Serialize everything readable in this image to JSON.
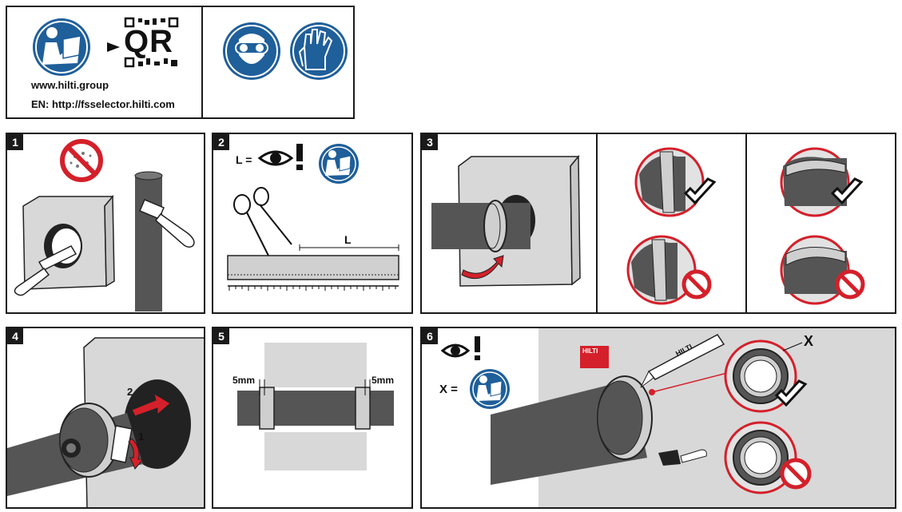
{
  "header": {
    "qr_label": "QR",
    "website": "www.hilti.group",
    "selector_url": "EN: http://fsselector.hilti.com"
  },
  "steps": [
    {
      "number": "1"
    },
    {
      "number": "2",
      "formula_prefix": "L =",
      "length_label": "L"
    },
    {
      "number": "3"
    },
    {
      "number": "4",
      "arrow_label_1": "1",
      "arrow_label_2": "2"
    },
    {
      "number": "5",
      "gap_left": "5mm",
      "gap_right": "5mm"
    },
    {
      "number": "6",
      "x_prefix": "X =",
      "x_marker": "X",
      "brand": "HILTI",
      "tube_brand": "HILTI"
    }
  ],
  "colors": {
    "mandatory_blue": "#1f5f9a",
    "prohibition_red": "#d4202a",
    "concrete": "#d6d6d6",
    "pipe": "#555555"
  },
  "icons": [
    "read-manual-icon",
    "qr-code-icon",
    "eye-protection-icon",
    "gloves-icon",
    "no-dust-icon",
    "eye-icon",
    "exclamation-icon",
    "check-icon",
    "prohibited-icon",
    "scissors-icon",
    "brush-icon",
    "rotate-arrow-icon"
  ]
}
